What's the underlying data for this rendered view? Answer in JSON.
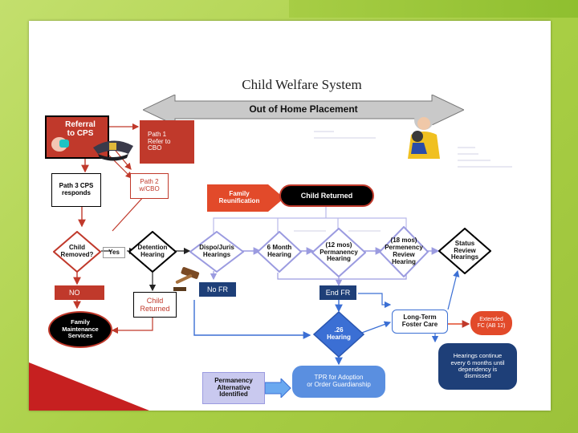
{
  "title": "Child Welfare System",
  "banner": "Out of Home Placement",
  "nodes": {
    "referral": "Referral\nto CPS",
    "path1": "Path 1\nRefer to\nCBO",
    "path2": "Path 2\nw/CBO",
    "path3": "Path 3 CPS\nresponds",
    "family_reunification": "Family\nReunification",
    "child_returned_top": "Child Returned",
    "child_removed": "Child\nRemoved?",
    "yes": "Yes",
    "detention": "Detention\nHearing",
    "dispo": "Dispo/Juris\nHearings",
    "six_month": "6 Month\nHearing",
    "twelve_mos": "(12 mos)\nPermanency\nHearing",
    "eighteen_mos": "(18 mos)\nPermenency\nReview\nHearing",
    "status_review": "Status\nReview\nHearings",
    "no": "NO",
    "child_returned_bottom": "Child\nReturned",
    "no_fr": "No FR",
    "end_fr": "End FR",
    "long_term": "Long-Term\nFoster Care",
    "extended": "Extended\nFC (AB 12)",
    "family_maintenance": "Family\nMaintenance\nServices",
    "hearing_26": ".26\nHearing",
    "hearings_continue": "Hearings continue\nevery 6 months until\ndependency is\ndismissed",
    "permanency_alt": "Permanency\nAlternative\nIdentified",
    "tpr": "TPR for Adoption\nor Order Guardianship"
  },
  "colors": {
    "red": "#c0392b",
    "black": "#000000",
    "blue": "#3b6fd4",
    "dark_blue": "#1e3f78",
    "lavender": "#c9c9ef",
    "light_blue": "#5a8fe0",
    "orange_red": "#e24a2a"
  },
  "icons": [
    "hand-phone-icon",
    "police-hat-icon",
    "gavel-icon",
    "grandmother-child-icon"
  ]
}
